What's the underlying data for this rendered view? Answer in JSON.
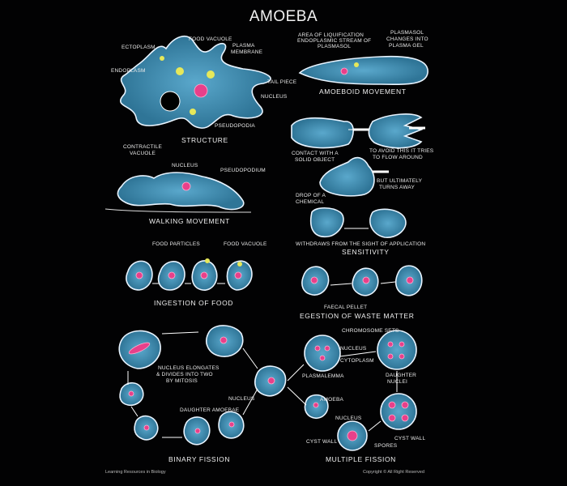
{
  "title": "AMOEBA",
  "structure": {
    "heading": "STRUCTURE",
    "ectoplasm": "ECTOPLASM",
    "food_vacuole": "FOOD VACUOLE",
    "plasma_membrane_1": "PLASMA",
    "plasma_membrane_2": "MEMBRANE",
    "endoplasm": "ENDOPLASM",
    "tail_piece": "TAIL PIECE",
    "nucleus": "NUCLEUS",
    "pseudopodia": "PSEUDOPODIA",
    "contractile_1": "CONTRACTILE",
    "contractile_2": "VACUOLE"
  },
  "amoeboid": {
    "heading": "AMOEBOID MOVEMENT",
    "area_1": "AREA OF LIQUIFICATION",
    "area_2": "ENDOPLASMIC STREAM OF",
    "area_3": "PLASMASOL",
    "plasmasol_1": "PLASMASOL",
    "plasmasol_2": "CHANGES INTO",
    "plasmasol_3": "PLASMA GEL"
  },
  "sensitivity": {
    "heading": "SENSITIVITY",
    "contact_1": "CONTACT WITH A",
    "contact_2": "SOLID OBJECT",
    "avoid_1": "TO AVOID THIS IT TRIES",
    "avoid_2": "TO FLOW AROUND",
    "turns_1": "BUT ULTIMATELY",
    "turns_2": "TURNS AWAY",
    "drop_1": "DROP OF A",
    "drop_2": "CHEMICAL",
    "withdraws": "WITHDRAWS FROM THE SIGHT OF APPLICATION"
  },
  "walking": {
    "heading": "WALKING MOVEMENT",
    "nucleus": "NUCLEUS",
    "pseudopodium": "PSEUDOPODIUM"
  },
  "ingestion": {
    "heading": "INGESTION OF FOOD",
    "food_particles": "FOOD PARTICLES",
    "food_vacuole": "FOOD VACUOLE"
  },
  "egestion": {
    "heading": "EGESTION OF WASTE MATTER",
    "faecal_pellet": "FAECAL PELLET"
  },
  "binary": {
    "heading": "BINARY FISSION",
    "elongates_1": "NUCLEUS ELONGATES",
    "elongates_2": "& DIVIDES INTO TWO",
    "elongates_3": "BY MITOSIS",
    "nucleus": "NUCLEUS",
    "daughter": "DAUGHTER AMOEBAE"
  },
  "multiple": {
    "heading": "MULTIPLE FISSION",
    "chromosome_sets": "CHROMOSOME SETS",
    "nucleus": "NUCLEUS",
    "cytoplasm": "CYTOPLASM",
    "plasmalemma": "PLASMALEMMA",
    "daughter_1": "DAUGHTER",
    "daughter_2": "NUCLEI",
    "amoeba": "AMOEBA",
    "nucleus_2": "NUCLEUS",
    "cyst_wall": "CYST WALL",
    "spores": "SPORES",
    "cyst_wall_2": "CYST WALL"
  },
  "footer": {
    "left": "Learning Resources in Biology",
    "right": "Copyright © All Right Reserved"
  },
  "colors": {
    "cell": "#3f8fb4",
    "nucleus": "#e8408a",
    "vacuole": "#e6e85a",
    "background": "#020203"
  }
}
